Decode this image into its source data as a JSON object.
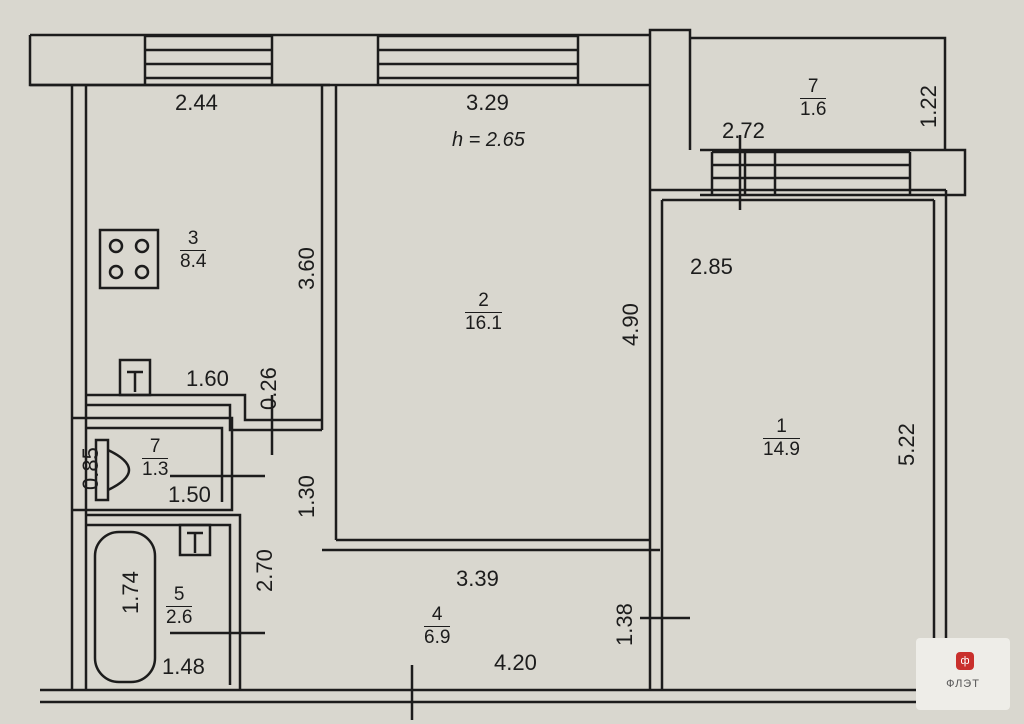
{
  "plan": {
    "height_note": "h = 2.65",
    "rooms": [
      {
        "id": "kitchen",
        "number": "3",
        "area": "8.4"
      },
      {
        "id": "room2",
        "number": "2",
        "area": "16.1"
      },
      {
        "id": "room1",
        "number": "1",
        "area": "14.9"
      },
      {
        "id": "balcony",
        "number": "7",
        "area": "1.6"
      },
      {
        "id": "toilet",
        "number": "7",
        "area": "1.3"
      },
      {
        "id": "bath",
        "number": "5",
        "area": "2.6"
      },
      {
        "id": "hall",
        "number": "4",
        "area": "6.9"
      }
    ],
    "dimensions": {
      "kitchen_width": "2.44",
      "room2_width": "3.29",
      "balcony_width": "2.72",
      "balcony_depth": "1.22",
      "kitchen_depth": "3.60",
      "room1_width": "2.85",
      "room2_depth": "4.90",
      "niche_width": "1.60",
      "niche_depth": "0.26",
      "toilet_depth": "0.85",
      "toilet_width": "1.50",
      "corridor_depth": "1.30",
      "room1_depth": "5.22",
      "bath_depth": "1.74",
      "hall_depth": "2.70",
      "hall_width": "3.39",
      "hall_side": "1.38",
      "bath_width": "1.48",
      "hall_length": "4.20"
    }
  },
  "logo": {
    "text": "ФЛЭТ",
    "mark": "ф"
  },
  "colors": {
    "paper": "#d9d7cf",
    "ink": "#1c1c1c"
  }
}
